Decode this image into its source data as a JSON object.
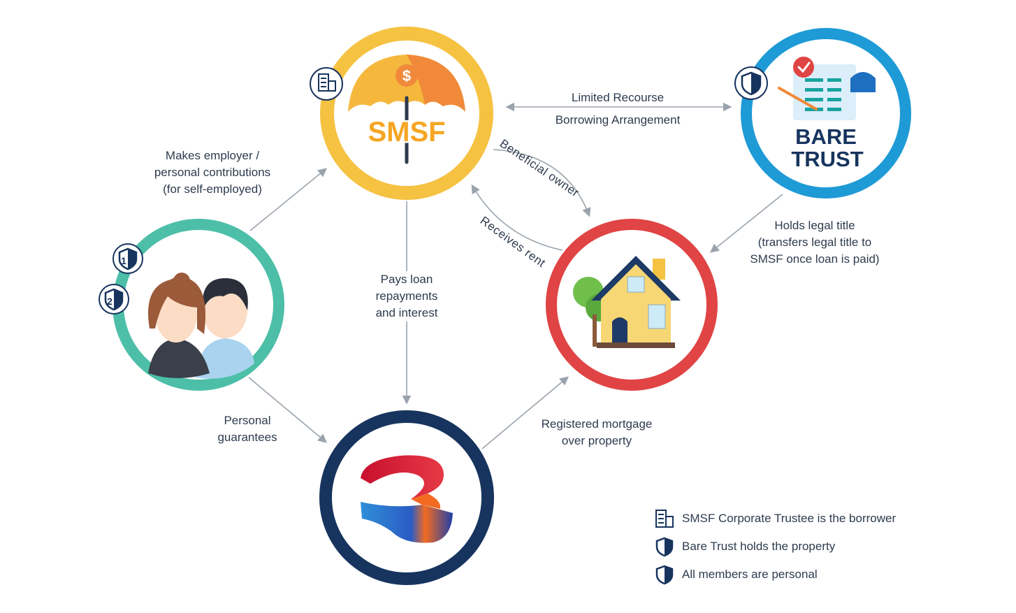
{
  "nodes": {
    "smsf": {
      "title": "SMSF"
    },
    "bare_trust": {
      "line1": "BARE",
      "line2": "TRUST"
    },
    "members": {
      "badge1": "1",
      "badge2": "2"
    }
  },
  "arrows": {
    "lrba": {
      "line1": "Limited Recourse",
      "line2": "Borrowing Arrangement"
    },
    "contributions": {
      "line1": "Makes employer /",
      "line2": "personal contributions",
      "line3": "(for self-employed)"
    },
    "beneficial_owner": "Beneficial owner",
    "receives_rent": "Receives rent",
    "pays_loan": {
      "line1": "Pays loan",
      "line2": "repayments",
      "line3": "and interest"
    },
    "legal_title": {
      "line1": "Holds legal title",
      "line2": "(transfers legal title to",
      "line3": "SMSF once loan is paid)"
    },
    "guarantees": {
      "line1": "Personal",
      "line2": "guarantees"
    },
    "mortgage": {
      "line1": "Registered mortgage",
      "line2": "over property"
    }
  },
  "legend": [
    {
      "icon": "building-icon",
      "text": "SMSF Corporate Trustee is the borrower"
    },
    {
      "icon": "shield-icon",
      "text": "Bare Trust holds the property"
    },
    {
      "icon": "shield-icon",
      "text": "All members are personal"
    }
  ],
  "colors": {
    "smsf_ring": "#f5c242",
    "bare_trust_ring": "#1e9ad6",
    "members_ring": "#4dbfa8",
    "property_ring": "#e04444",
    "lender_ring": "#17345e",
    "arrow": "#9aa3ad",
    "text": "#2e3b4e"
  }
}
